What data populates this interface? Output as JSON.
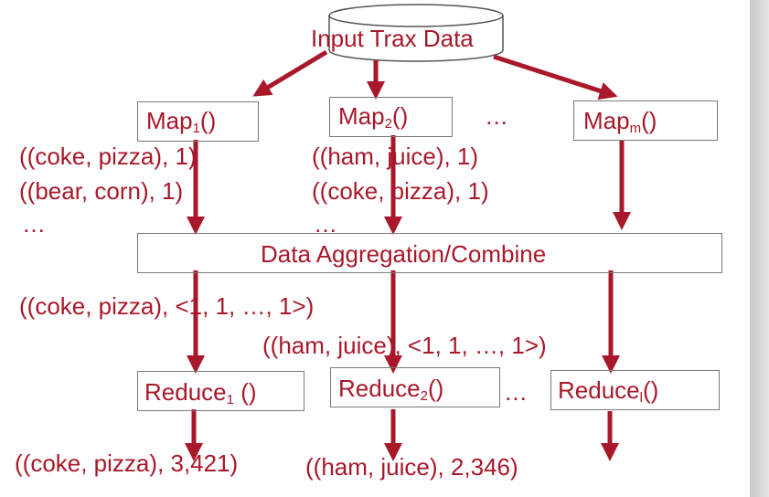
{
  "colors": {
    "accent": "#a8182a",
    "box_border": "#7a7a7a"
  },
  "source": {
    "label": "Input Trax Data"
  },
  "maps": [
    {
      "name": "Map",
      "sub": "1",
      "suffix": "()"
    },
    {
      "name": "Map",
      "sub": "2",
      "suffix": "()"
    },
    {
      "name": "Map",
      "sub": "m",
      "suffix": "()"
    }
  ],
  "map_ellipsis": "…",
  "map1_outputs": [
    "((coke, pizza), 1)",
    "((bear, corn), 1)",
    "…"
  ],
  "map2_outputs": [
    "((ham, juice), 1)",
    "((coke, pizza), 1)",
    "…"
  ],
  "combine": {
    "label": "Data Aggregation/Combine"
  },
  "grouped": [
    "((coke, pizza), <1, 1, …, 1>)",
    "((ham, juice), <1, 1, …, 1>)"
  ],
  "reducers": [
    {
      "name": "Reduce",
      "sub": "1",
      "suffix": " ()"
    },
    {
      "name": "Reduce",
      "sub": "2",
      "suffix": "()"
    },
    {
      "name": "Reduce",
      "sub": "l",
      "suffix": "()"
    }
  ],
  "reduce_ellipsis": "…",
  "results": [
    "((coke, pizza), 3,421)",
    "((ham, juice), 2,346)"
  ]
}
